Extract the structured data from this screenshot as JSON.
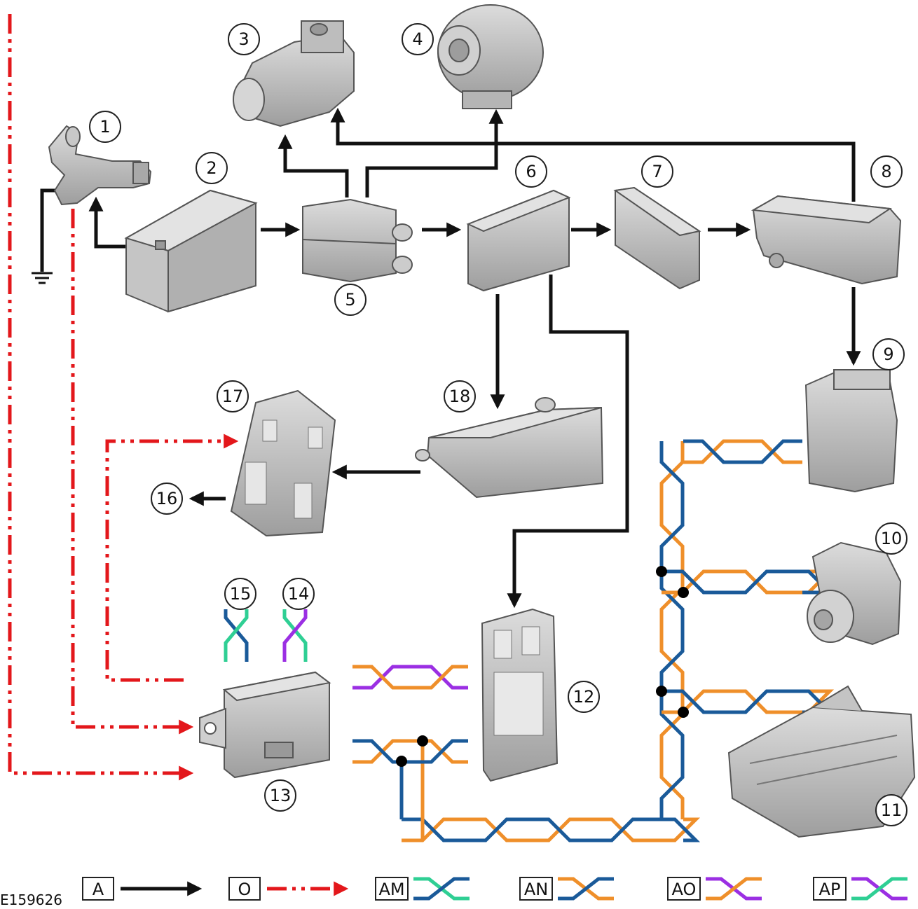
{
  "figure": {
    "reference_id": "E159626"
  },
  "colors": {
    "power_line": "#111111",
    "sense_line": "#e3171b",
    "can_blue": "#1a5a99",
    "can_orange": "#ef8f2a",
    "can_green": "#2fcf94",
    "can_purple": "#9b2fe3",
    "component_fill": "#bfbfbf",
    "component_stroke": "#555555"
  },
  "components": [
    {
      "id": "1",
      "label": "1"
    },
    {
      "id": "2",
      "label": "2"
    },
    {
      "id": "3",
      "label": "3"
    },
    {
      "id": "4",
      "label": "4"
    },
    {
      "id": "5",
      "label": "5"
    },
    {
      "id": "6",
      "label": "6"
    },
    {
      "id": "7",
      "label": "7"
    },
    {
      "id": "8",
      "label": "8"
    },
    {
      "id": "9",
      "label": "9"
    },
    {
      "id": "10",
      "label": "10"
    },
    {
      "id": "11",
      "label": "11"
    },
    {
      "id": "12",
      "label": "12"
    },
    {
      "id": "13",
      "label": "13"
    },
    {
      "id": "14",
      "label": "14"
    },
    {
      "id": "15",
      "label": "15"
    },
    {
      "id": "16",
      "label": "16"
    },
    {
      "id": "17",
      "label": "17"
    },
    {
      "id": "18",
      "label": "18"
    }
  ],
  "legend": [
    {
      "code": "A",
      "icon": "solid-arrow-icon"
    },
    {
      "code": "O",
      "icon": "dash-dot-arrow-icon"
    },
    {
      "code": "AM",
      "icon": "twisted-pair-blue-green-icon"
    },
    {
      "code": "AN",
      "icon": "twisted-pair-blue-orange-icon"
    },
    {
      "code": "AO",
      "icon": "twisted-pair-orange-purple-icon"
    },
    {
      "code": "AP",
      "icon": "twisted-pair-green-purple-icon"
    }
  ]
}
